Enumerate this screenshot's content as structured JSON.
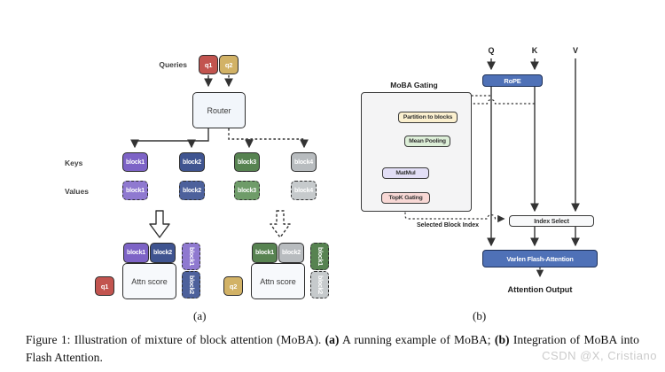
{
  "figure": {
    "panel_a": {
      "label": "(a)",
      "queries_label": "Queries",
      "q1": "q1",
      "q2": "q2",
      "router": "Router",
      "keys_label": "Keys",
      "values_label": "Values",
      "key_blocks": [
        "block1",
        "block2",
        "block3",
        "block4"
      ],
      "value_blocks": [
        "block1",
        "block2",
        "block3",
        "block4"
      ],
      "attn_left": {
        "q": "q1",
        "score_label": "Attn score",
        "top_blocks": [
          "block1",
          "block2"
        ],
        "side_blocks": [
          "block1",
          "block2"
        ]
      },
      "attn_right": {
        "q": "q2",
        "score_label": "Attn score",
        "top_blocks": [
          "block1",
          "block2"
        ],
        "side_blocks": [
          "block1",
          "block2"
        ]
      }
    },
    "panel_b": {
      "label": "(b)",
      "q_label": "Q",
      "k_label": "K",
      "v_label": "V",
      "rope": "RoPE",
      "moba_gating": "MoBA Gating",
      "partition": "Partition to blocks",
      "mean_pooling": "Mean Pooling",
      "matmul": "MatMul",
      "topk_gating": "TopK Gating",
      "selected_block_index": "Selected Block Index",
      "index_select": "Index Select",
      "varlen": "Varlen Flash-Attention",
      "attention_output": "Attention Output"
    }
  },
  "caption": {
    "prefix": "Figure 1: ",
    "part1": "Illustration of mixture of block attention (MoBA). ",
    "a_bold": "(a)",
    "part2": " A running example of MoBA; ",
    "b_bold": "(b)",
    "part3": " Integration of MoBA into Flash Attention."
  },
  "watermark": "CSDN @X, Cristiano",
  "colors": {
    "q1_red": "#c2544f",
    "q2_gold": "#d2b266",
    "block1_purple": "#7d63c6",
    "block2_navy": "#3f5490",
    "block3_green": "#578351",
    "block4_gray": "#b8bcbf",
    "accent_blue": "#4f71b7",
    "partition_cream": "#fbf0cf",
    "mean_pooling_green": "#ddefd8",
    "matmul_lavender": "#e2def6",
    "topk_pink": "#f8d8d5",
    "gating_bg": "#f4f4f5"
  }
}
